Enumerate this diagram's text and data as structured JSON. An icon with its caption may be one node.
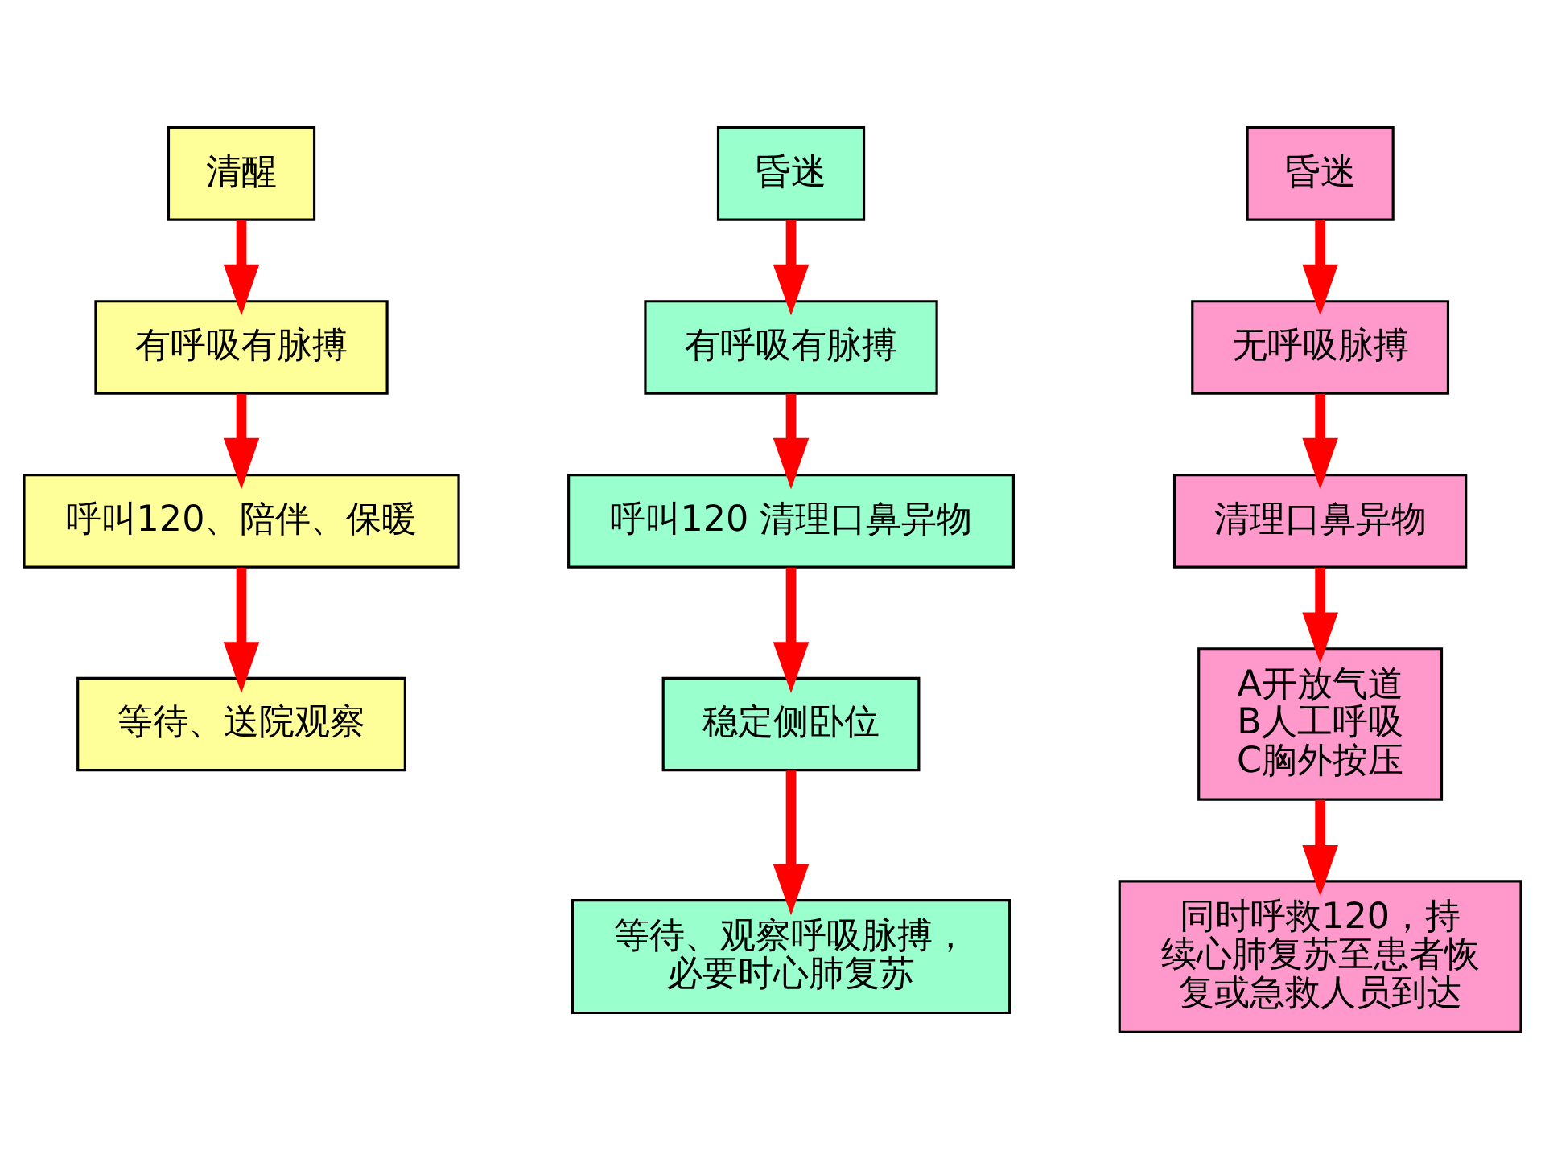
{
  "diagram": {
    "nodes": [
      {
        "text": [
          "清醒"
        ]
      },
      {
        "text": [
          "有呼吸有脉搏"
        ]
      },
      {
        "text": [
          "呼叫120、陪伴、保暖"
        ]
      },
      {
        "text": [
          "等待、送院观察"
        ]
      },
      {
        "text": [
          "昏迷"
        ]
      },
      {
        "text": [
          "有呼吸有脉搏"
        ]
      },
      {
        "text": [
          "呼叫120 清理口鼻异物"
        ]
      },
      {
        "text": [
          "稳定侧卧位"
        ]
      },
      {
        "text": [
          "等待、观察呼吸脉搏，必要时心肺复苏"
        ]
      },
      {
        "text": [
          "昏迷"
        ]
      },
      {
        "text": [
          "无呼吸脉搏"
        ]
      },
      {
        "text": [
          "清理口鼻异物"
        ]
      },
      {
        "text": [
          "A开放气道",
          "B人工呼吸",
          "C胸外按压"
        ]
      },
      {
        "text": [
          "同时呼救120，持续心肺复苏至患者恢复或急救人员到达"
        ]
      }
    ],
    "edges": [
      {
        "from": 0,
        "to": 1,
        "arrow": "to"
      },
      {
        "from": 1,
        "to": 2,
        "arrow": "to"
      },
      {
        "from": 2,
        "to": 3,
        "arrow": "to"
      },
      {
        "from": 4,
        "to": 5,
        "arrow": "to"
      },
      {
        "from": 5,
        "to": 6,
        "arrow": "to"
      },
      {
        "from": 6,
        "to": 7,
        "arrow": "to"
      },
      {
        "from": 7,
        "to": 8,
        "arrow": "to"
      },
      {
        "from": 9,
        "to": 10,
        "arrow": "to"
      },
      {
        "from": 10,
        "to": 11,
        "arrow": "to"
      },
      {
        "from": 11,
        "to": 12,
        "arrow": "to"
      },
      {
        "from": 12,
        "to": 13,
        "arrow": "to"
      }
    ]
  }
}
